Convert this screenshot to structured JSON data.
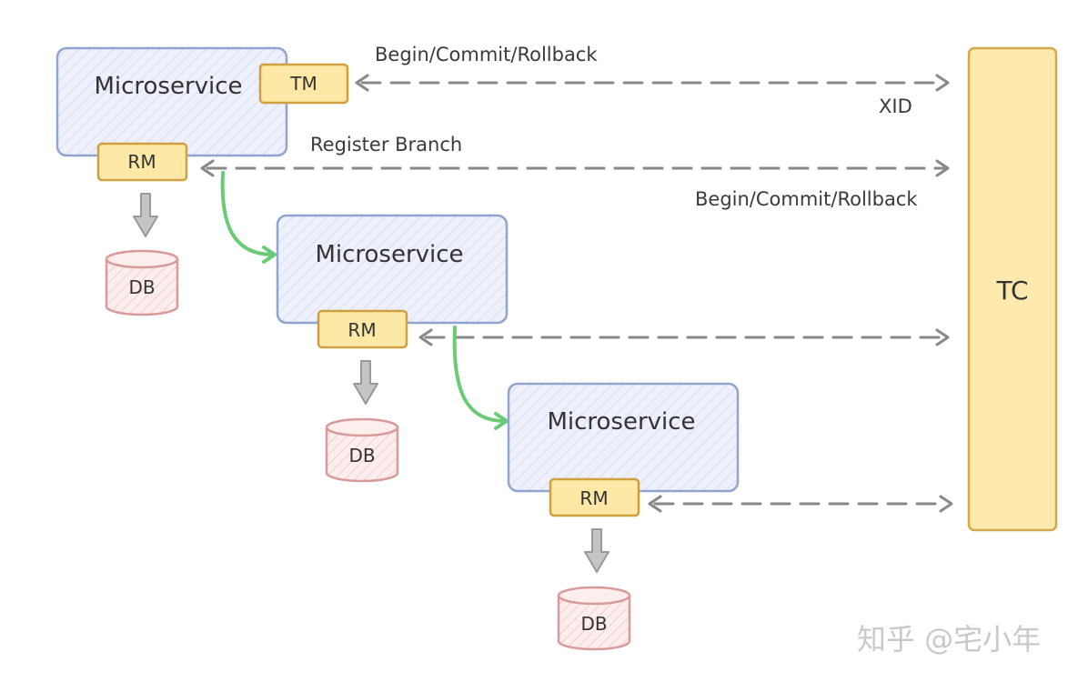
{
  "services": [
    {
      "label": "Microservice",
      "tm": "TM",
      "rm": "RM",
      "db": "DB"
    },
    {
      "label": "Microservice",
      "rm": "RM",
      "db": "DB"
    },
    {
      "label": "Microservice",
      "rm": "RM",
      "db": "DB"
    }
  ],
  "tc": {
    "label": "TC"
  },
  "arrows": {
    "tm_label": "Begin/Commit/Rollback",
    "xid_label": "XID",
    "register_label": "Register Branch",
    "rm_label": "Begin/Commit/Rollback"
  },
  "watermark": "知乎 @宅小年",
  "colors": {
    "service_fill": "#eef0fb",
    "service_stroke": "#8fa5cf",
    "tag_fill": "#fde8a6",
    "tag_stroke": "#cfa03d",
    "tc_fill": "#fde9ad",
    "tc_stroke": "#d6a84a",
    "db_fill": "#fbe4e4",
    "db_stroke": "#d99a9a",
    "dashed_arrow": "#888888",
    "call_arrow": "#6acb76",
    "db_arrow": "#999999"
  }
}
